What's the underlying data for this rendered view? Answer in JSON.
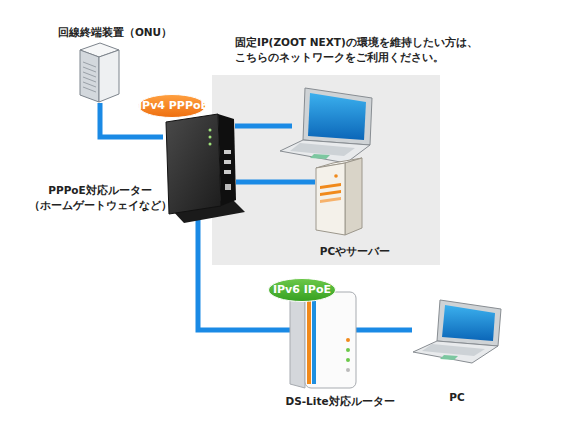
{
  "diagram": {
    "nodes": [
      {
        "text": [
          "回線終端装置（ONU）"
        ]
      },
      {
        "text": [
          "固定IP(ZOOT NEXT)の環境を維持したい方は、 こちらのネットワークをご利用ください。"
        ]
      },
      {
        "text": [
          "IPv4 PPPoE"
        ]
      },
      {
        "text": [
          "PPPoE対応ルーター （ホームゲートウェイなど）"
        ]
      },
      {
        "text": [
          "PCやサーバー"
        ],
        "in": 1
      },
      {
        "text": [
          "IPv6 IPoE"
        ]
      },
      {
        "text": [
          "DS-Lite対応ルーター"
        ]
      },
      {
        "text": [
          "PC"
        ]
      }
    ],
    "edges": [
      {
        "from": 0,
        "to": 3,
        "arrow": "none"
      },
      {
        "from": 3,
        "to": 4,
        "arrow": "none"
      },
      {
        "from": 3,
        "to": 6,
        "arrow": "none"
      },
      {
        "from": 6,
        "to": 7,
        "arrow": "none"
      }
    ]
  }
}
